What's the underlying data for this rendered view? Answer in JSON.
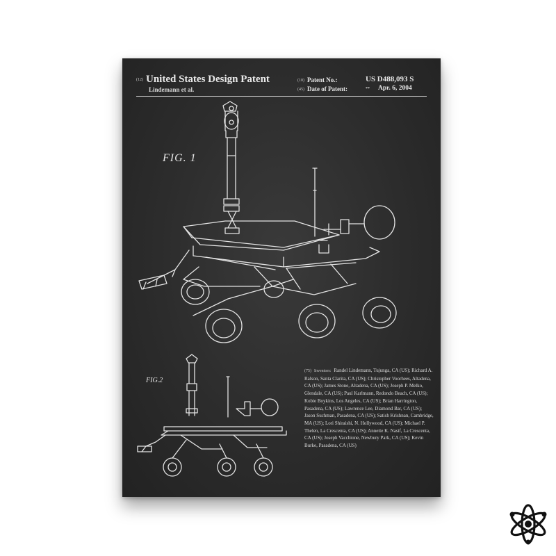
{
  "patent": {
    "code_title": "(12)",
    "title": "United States Design Patent",
    "inventor_short": "Lindemann et al.",
    "code_number": "(10)",
    "number_label": "Patent No.:",
    "number_value": "US D488,093 S",
    "code_date": "(45)",
    "date_label": "Date of Patent:",
    "date_marker": "**",
    "date_value": "Apr. 6, 2004",
    "fig1": "FIG. 1",
    "fig2": "FIG.2",
    "inventors_code": "(75)",
    "inventors_label": "Inventors:",
    "inventors_text": "Randel Lindemann, Tujunga, CA (US); Richard A. Ralson, Santa Clarita, CA (US); Christopher Voorhees, Altadena, CA (US); James Stone, Altadena, CA (US); Joseph P. Melko, Glendale, CA (US); Paul Karlmann, Redondo Beach, CA (US); Kobie Boykins, Los Angeles, CA (US); Brian Harrington, Pasadena, CA (US); Lawrence Lee, Diamond Bar, CA (US); Jason Suchman, Pasadena, CA (US); Satish Krishnan, Cambridge, MA (US); Lori Shiraishi, N. Hollywood, CA (US); Michael P. Thelen, La Crescenta, CA (US); Annette K. Nasif, La Crescenta, CA (US); Joseph Vacchione, Newbury Park, CA (US); Kevin Burke, Pasadena, CA (US)"
  },
  "colors": {
    "chalkboard": "#2c2c2c",
    "chalk": "#e8e8e8",
    "background": "#ffffff",
    "logo": "#111111"
  },
  "icons": {
    "logo": "atom-icon"
  }
}
